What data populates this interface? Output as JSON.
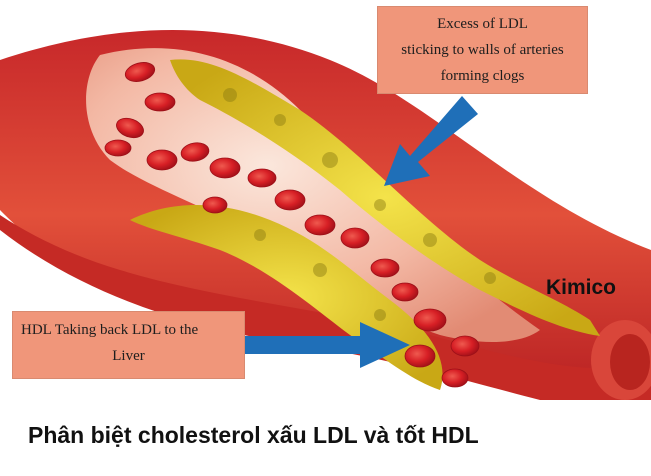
{
  "callouts": {
    "ldl": {
      "line1": "Excess of LDL",
      "line2": "sticking to walls of arteries",
      "line3": "forming clogs"
    },
    "hdl": {
      "line1": "HDL Taking back LDL to the",
      "line2": "Liver"
    }
  },
  "brand": "Kimico",
  "caption": "Phân biệt cholesterol xấu LDL và tốt HDL",
  "colors": {
    "artery_wall": "#d83a2a",
    "plaque": "#e8d21c",
    "blood_cell": "#d9262b",
    "arrow": "#1f6fb8",
    "callout_bg": "#f0967a"
  }
}
